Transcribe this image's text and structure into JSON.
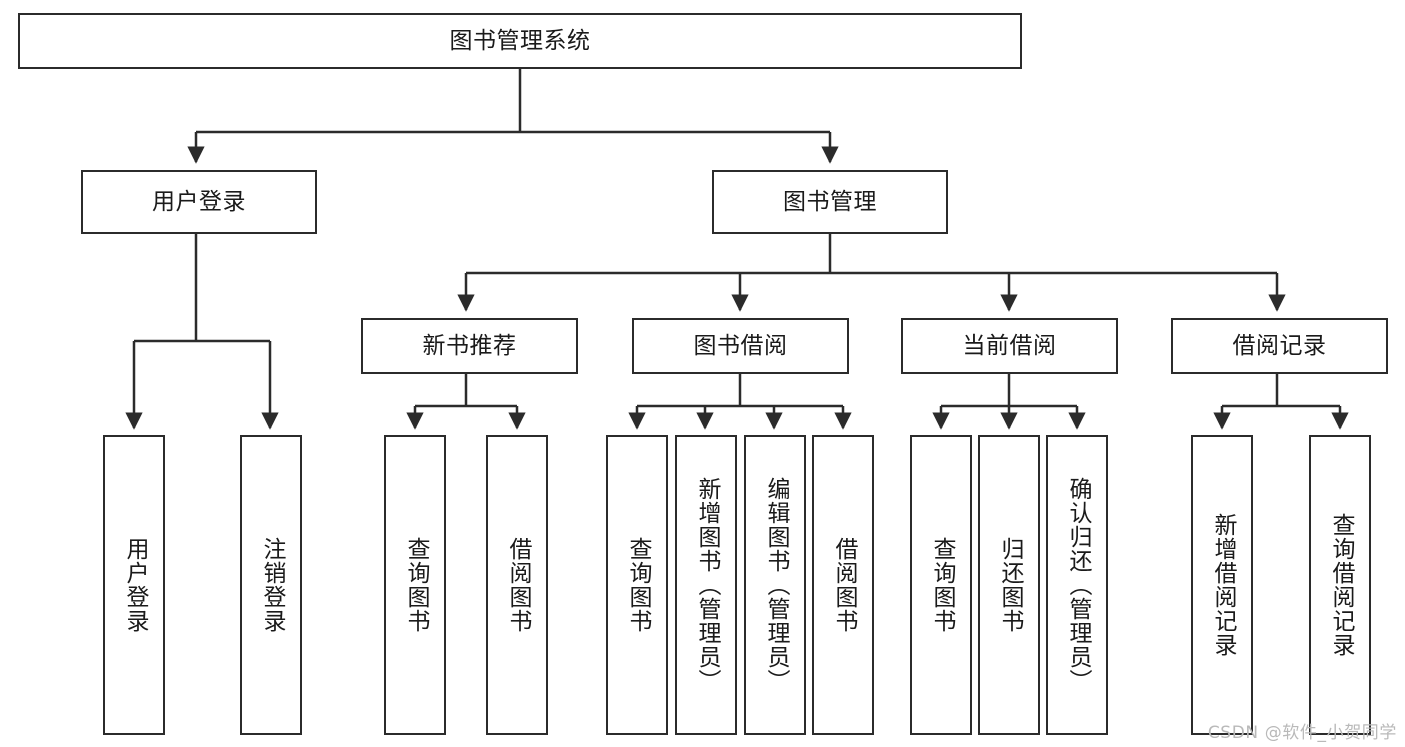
{
  "diagram": {
    "type": "tree-hierarchy-chart",
    "title": "图书管理系统",
    "root": {
      "label": "图书管理系统"
    },
    "level2": [
      {
        "id": "user-login",
        "label": "用户登录"
      },
      {
        "id": "book-management",
        "label": "图书管理"
      }
    ],
    "level3": [
      {
        "id": "new-book-recommend",
        "label": "新书推荐",
        "parent": "book-management"
      },
      {
        "id": "book-borrow",
        "label": "图书借阅",
        "parent": "book-management"
      },
      {
        "id": "current-borrow",
        "label": "当前借阅",
        "parent": "book-management"
      },
      {
        "id": "borrow-record",
        "label": "借阅记录",
        "parent": "book-management"
      }
    ],
    "leaves": {
      "user-login": [
        {
          "id": "leaf-user-login",
          "label": "用户登录"
        },
        {
          "id": "leaf-user-logout",
          "label": "注销登录"
        }
      ],
      "new-book-recommend": [
        {
          "id": "leaf-query-book-1",
          "label": "查询图书"
        },
        {
          "id": "leaf-borrow-book-1",
          "label": "借阅图书"
        }
      ],
      "book-borrow": [
        {
          "id": "leaf-query-book-2",
          "label": "查询图书"
        },
        {
          "id": "leaf-add-book",
          "label": "新增图书（管理员）"
        },
        {
          "id": "leaf-edit-book",
          "label": "编辑图书（管理员）"
        },
        {
          "id": "leaf-borrow-book-2",
          "label": "借阅图书"
        }
      ],
      "current-borrow": [
        {
          "id": "leaf-query-book-3",
          "label": "查询图书"
        },
        {
          "id": "leaf-return-book",
          "label": "归还图书"
        },
        {
          "id": "leaf-confirm-return",
          "label": "确认归还（管理员）"
        }
      ],
      "borrow-record": [
        {
          "id": "leaf-add-record",
          "label": "新增借阅记录"
        },
        {
          "id": "leaf-query-record",
          "label": "查询借阅记录"
        }
      ]
    },
    "colors": {
      "stroke": "#2b2b2b",
      "fill": "#ffffff",
      "text": "#1a1a1a",
      "watermark": "#b9b9b9"
    }
  },
  "watermark": {
    "text": "CSDN @软件_小贺同学"
  }
}
